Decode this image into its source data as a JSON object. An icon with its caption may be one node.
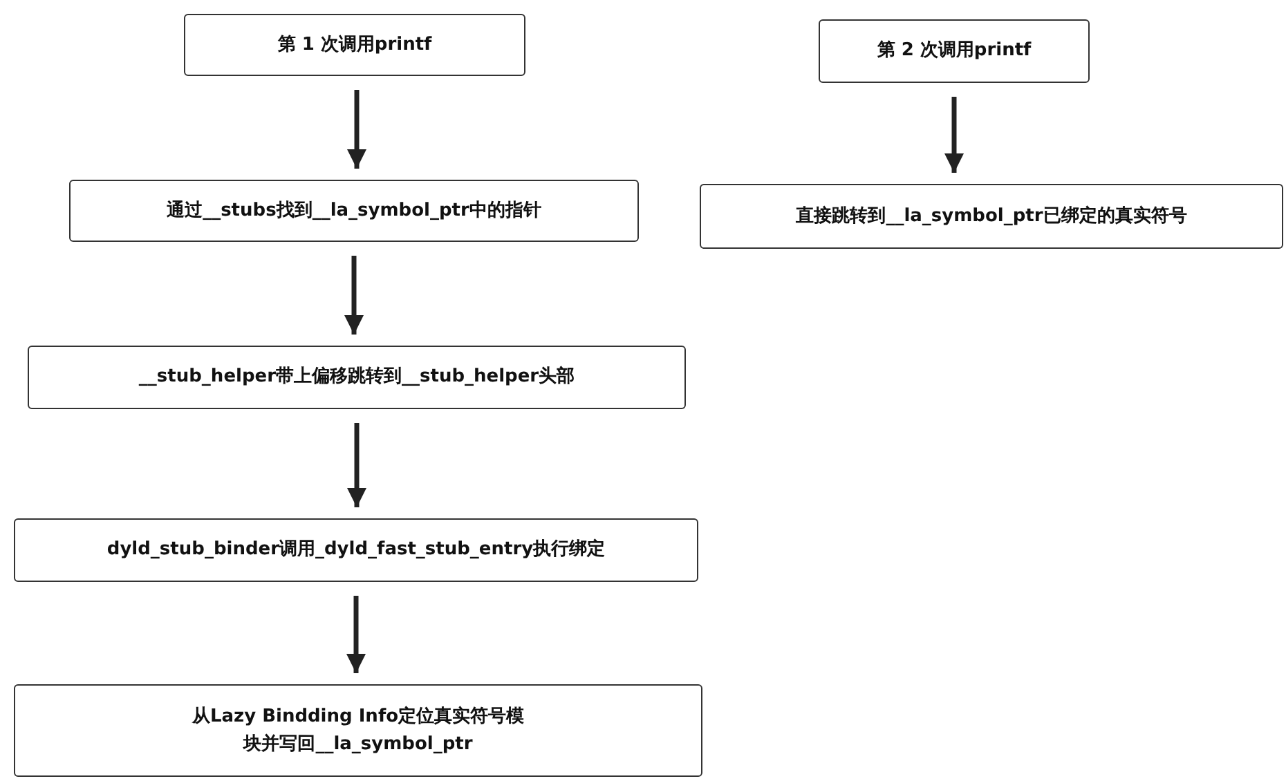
{
  "diagram": {
    "nodes": [
      {
        "text": [
          "第 1 次调用printf"
        ]
      },
      {
        "text": [
          "第 2 次调用printf"
        ]
      },
      {
        "text": [
          "通过__stubs找到__la_symbol_ptr中的指针"
        ]
      },
      {
        "text": [
          "直接跳转到__la_symbol_ptr已绑定的真实符号"
        ]
      },
      {
        "text": [
          "__stub_helper带上偏移跳转到__stub_helper头部"
        ]
      },
      {
        "text": [
          "dyld_stub_binder调用_dyld_fast_stub_entry执行绑定"
        ]
      },
      {
        "text": [
          "从Lazy Bindding Info定位真实符号模块并写回__la_symbol_ptr"
        ]
      }
    ],
    "edges": [
      {
        "from": 0,
        "to": 2,
        "arrow": "to"
      },
      {
        "from": 1,
        "to": 3,
        "arrow": "to"
      },
      {
        "from": 2,
        "to": 4,
        "arrow": "to"
      },
      {
        "from": 4,
        "to": 5,
        "arrow": "to"
      },
      {
        "from": 5,
        "to": 6,
        "arrow": "to"
      }
    ]
  }
}
